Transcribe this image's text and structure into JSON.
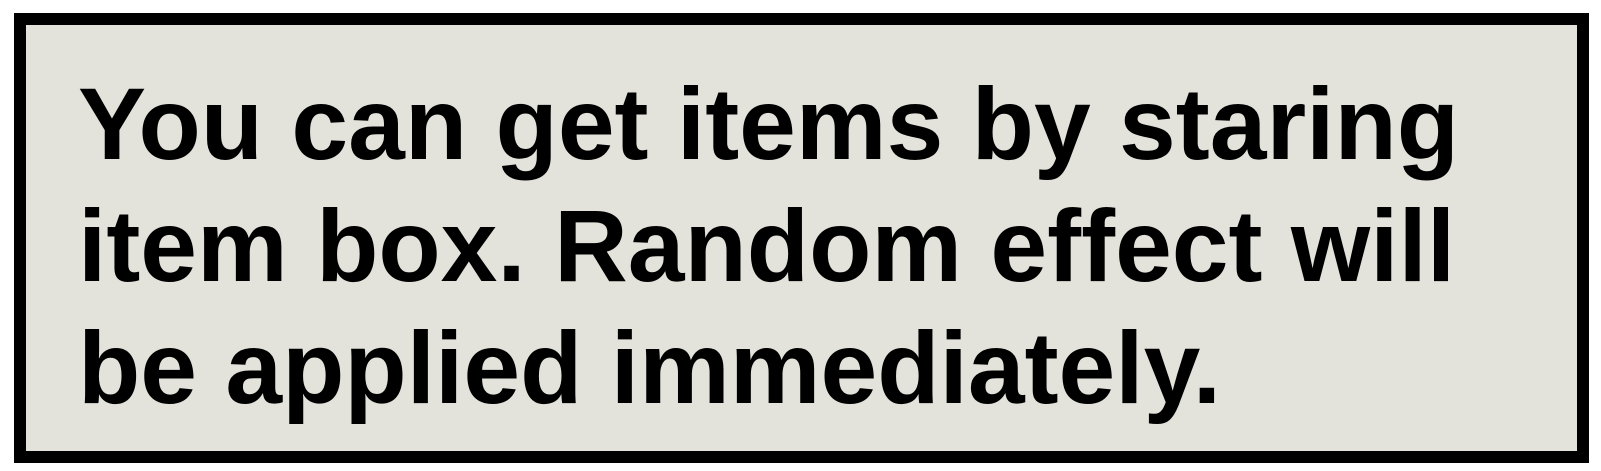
{
  "dialog": {
    "lines": [
      "You can get items by staring",
      "item box. Random effect will",
      "be applied immediately."
    ],
    "colors": {
      "background": "#e3e3dc",
      "border": "#000000",
      "text": "#000000"
    }
  }
}
